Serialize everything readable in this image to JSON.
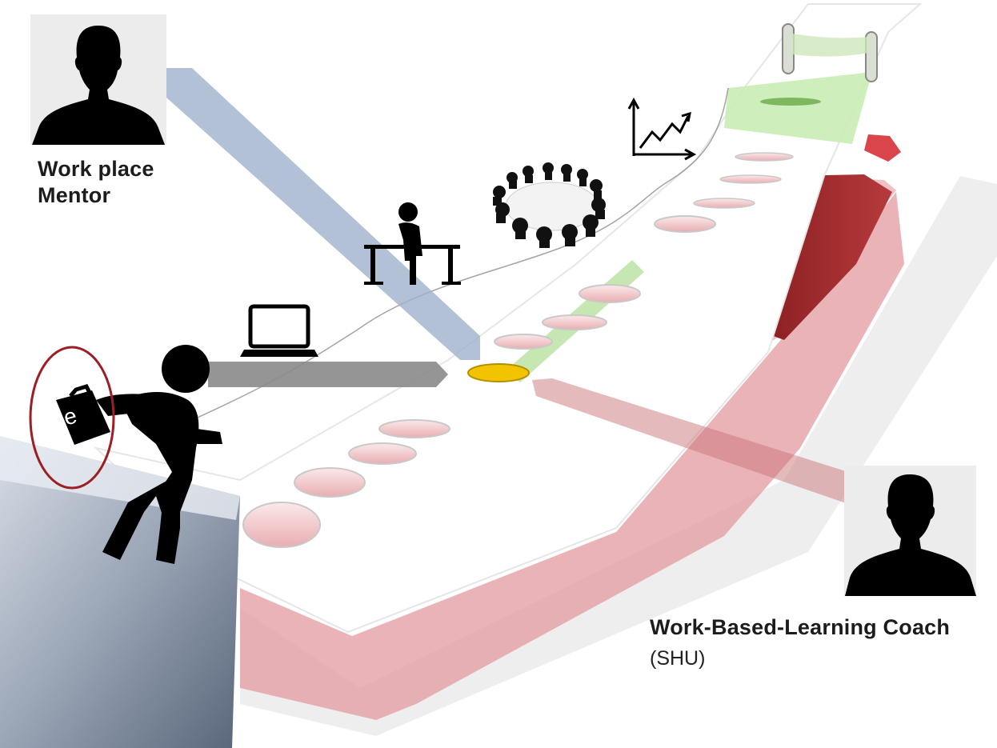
{
  "mentor": {
    "line1": "Work place",
    "line2": "Mentor"
  },
  "coach": {
    "title": "Work-Based-Learning Coach",
    "subtitle": "(SHU)"
  },
  "bag": {
    "letter": "e"
  }
}
